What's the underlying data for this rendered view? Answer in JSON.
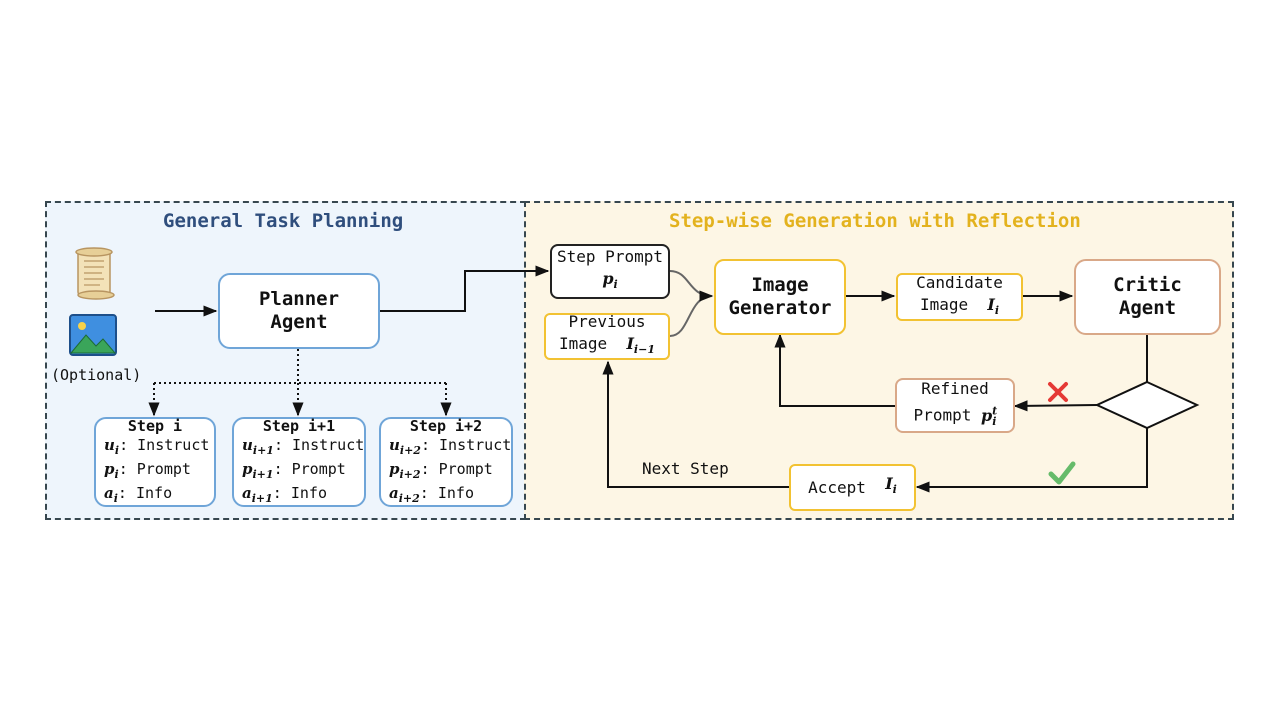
{
  "panels": {
    "left_title": "General Task Planning",
    "right_title": "Step-wise Generation with Reflection"
  },
  "inputs": {
    "optional_label": "(Optional)",
    "scroll_icon": "scroll-icon",
    "image_icon": "image-icon"
  },
  "planner": {
    "line1": "Planner",
    "line2": "Agent"
  },
  "steps": [
    {
      "title": "Step i",
      "u_sub": "i",
      "u_text": ": Instruct",
      "p_sub": "i",
      "p_text": ": Prompt",
      "a_sub": "i",
      "a_text": ": Info"
    },
    {
      "title": "Step i+1",
      "u_sub": "i+1",
      "u_text": ": Instruct",
      "p_sub": "i+1",
      "p_text": ": Prompt",
      "a_sub": "i+1",
      "a_text": ": Info"
    },
    {
      "title": "Step i+2",
      "u_sub": "i+2",
      "u_text": ": Instruct",
      "p_sub": "i+2",
      "p_text": ": Prompt",
      "a_sub": "i+2",
      "a_text": ": Info"
    }
  ],
  "step_prompt": {
    "text": "Step Prompt",
    "var": "p",
    "sub": "i"
  },
  "previous_image": {
    "line1": "Previous",
    "line2": "Image",
    "var": "I",
    "sub": "i−1"
  },
  "image_generator": {
    "line1": "Image",
    "line2": "Generator"
  },
  "candidate_image": {
    "line1": "Candidate",
    "line2": "Image",
    "var": "I",
    "sub": "i"
  },
  "critic": {
    "line1": "Critic",
    "line2": "Agent"
  },
  "refined_prompt": {
    "line1": "Refined",
    "line2": "Prompt",
    "var": "p",
    "sub": "i",
    "sup": "t"
  },
  "accept": {
    "text": "Accept",
    "var": "I",
    "sub": "i"
  },
  "next_step_label": "Next Step",
  "decision": {
    "reject_icon": "cross-icon",
    "accept_icon": "check-icon"
  },
  "colors": {
    "left_title": "#2f4e7d",
    "right_title": "#e3b21e",
    "blue_border": "#6fa5d8",
    "yellow_border": "#f2c232",
    "orange_border": "#d9a888",
    "reject": "#e53935",
    "accept": "#66bb6a"
  }
}
